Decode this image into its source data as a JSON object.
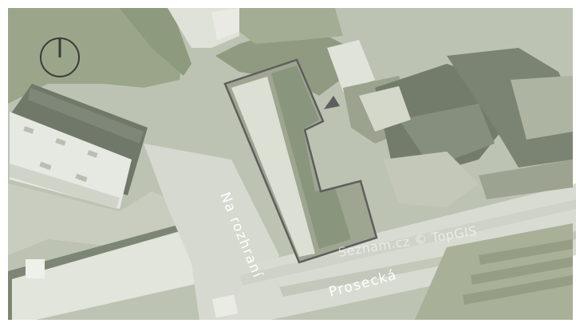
{
  "map": {
    "streets": {
      "na_rozhrani": "Na rozhraní",
      "prosecka": "Prosecká"
    },
    "watermark": "Seznam.cz © TopGIS",
    "icons": {
      "north": "north-arrow-icon",
      "viewpoint": "viewpoint-triangle-icon"
    },
    "colors": {
      "outline": "#5e5e5e",
      "label": "#ffffff",
      "imagery_base": "#bcc3b2"
    }
  }
}
